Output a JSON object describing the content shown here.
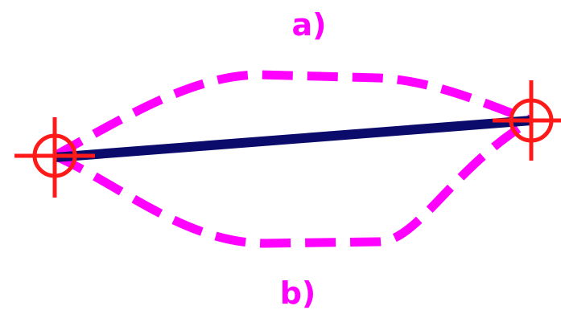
{
  "diagram": {
    "labels": {
      "top": "a)",
      "bottom": "b)"
    },
    "colors": {
      "background": "#ffffff",
      "label": "#ff00ff",
      "dashed_path": "#ff00ff",
      "straight_path": "#0b0b6b",
      "targets": "#ff1a1a"
    },
    "elements": [
      {
        "id": "target-left",
        "type": "crosshair-target"
      },
      {
        "id": "target-right",
        "type": "crosshair-target"
      },
      {
        "id": "straight-path",
        "type": "solid-line"
      },
      {
        "id": "upper-dashed-path",
        "type": "dashed-curve",
        "label": "a)"
      },
      {
        "id": "lower-dashed-path",
        "type": "dashed-curve",
        "label": "b)"
      }
    ]
  }
}
